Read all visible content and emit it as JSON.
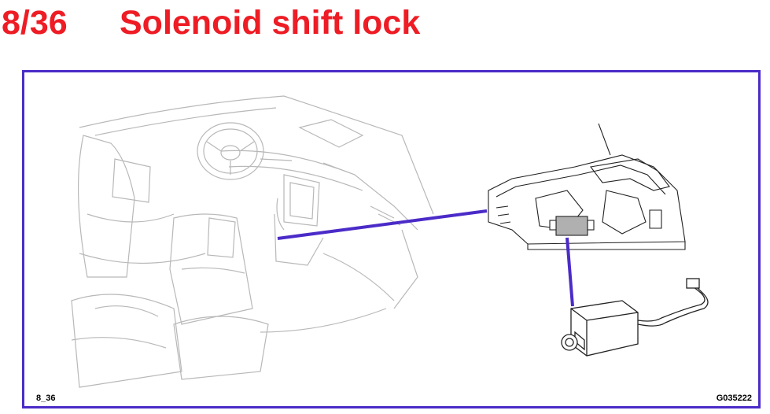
{
  "header": {
    "number": "8/36",
    "title": "Solenoid shift lock"
  },
  "figure": {
    "code_left": "8_36",
    "code_right": "G035222"
  },
  "colors": {
    "title": "#ee1c24",
    "frame": "#4b2bc8",
    "leader": "#4b2bc8",
    "sketch": "#b8b8b8",
    "detail": "#222222"
  }
}
